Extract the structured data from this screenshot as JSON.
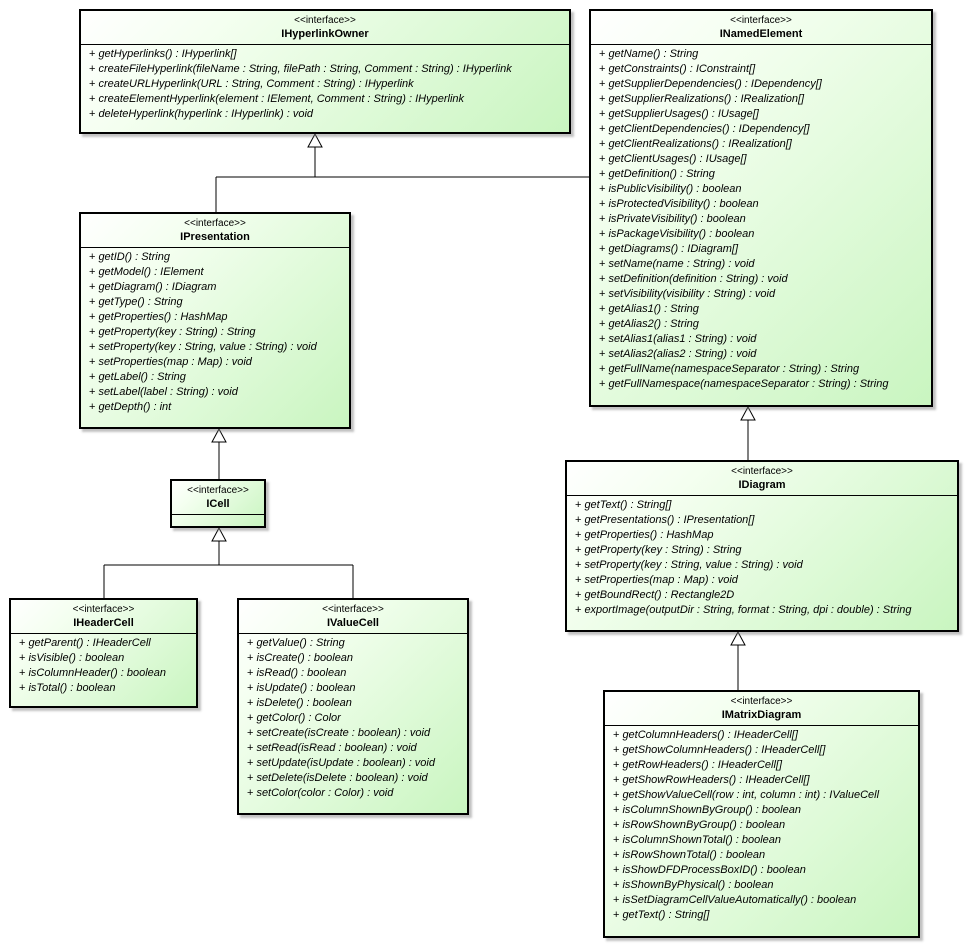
{
  "classes": {
    "hyperlink_owner": {
      "stereotype": "<<interface>>",
      "name": "IHyperlinkOwner",
      "operations": [
        "getHyperlinks() : IHyperlink[]",
        "createFileHyperlink(fileName : String, filePath : String, Comment : String) : IHyperlink",
        "createURLHyperlink(URL : String, Comment : String) : IHyperlink",
        "createElementHyperlink(element : IElement, Comment : String) : IHyperlink",
        "deleteHyperlink(hyperlink : IHyperlink) : void"
      ]
    },
    "named_element": {
      "stereotype": "<<interface>>",
      "name": "INamedElement",
      "operations": [
        "getName() : String",
        "getConstraints() : IConstraint[]",
        "getSupplierDependencies() : IDependency[]",
        "getSupplierRealizations() : IRealization[]",
        "getSupplierUsages() : IUsage[]",
        "getClientDependencies() : IDependency[]",
        "getClientRealizations() : IRealization[]",
        "getClientUsages() : IUsage[]",
        "getDefinition() : String",
        "isPublicVisibility() : boolean",
        "isProtectedVisibility() : boolean",
        "isPrivateVisibility() : boolean",
        "isPackageVisibility() : boolean",
        "getDiagrams() : IDiagram[]",
        "setName(name : String) : void",
        "setDefinition(definition : String) : void",
        "setVisibility(visibility : String) : void",
        "getAlias1() : String",
        "getAlias2() : String",
        "setAlias1(alias1 : String) : void",
        "setAlias2(alias2 : String) : void",
        "getFullName(namespaceSeparator : String) : String",
        "getFullNamespace(namespaceSeparator : String) : String"
      ]
    },
    "presentation": {
      "stereotype": "<<interface>>",
      "name": "IPresentation",
      "operations": [
        "getID() : String",
        "getModel() : IElement",
        "getDiagram() : IDiagram",
        "getType() : String",
        "getProperties() : HashMap",
        "getProperty(key : String) : String",
        "setProperty(key : String, value : String) : void",
        "setProperties(map : Map) : void",
        "getLabel() : String",
        "setLabel(label : String) : void",
        "getDepth() : int"
      ]
    },
    "cell": {
      "stereotype": "<<interface>>",
      "name": "ICell",
      "operations": []
    },
    "header_cell": {
      "stereotype": "<<interface>>",
      "name": "IHeaderCell",
      "operations": [
        "getParent() : IHeaderCell",
        "isVisible() : boolean",
        "isColumnHeader() : boolean",
        "isTotal() : boolean"
      ]
    },
    "value_cell": {
      "stereotype": "<<interface>>",
      "name": "IValueCell",
      "operations": [
        "getValue() : String",
        "isCreate() : boolean",
        "isRead() : boolean",
        "isUpdate() : boolean",
        "isDelete() : boolean",
        "getColor() : Color",
        "setCreate(isCreate : boolean) : void",
        "setRead(isRead : boolean) : void",
        "setUpdate(isUpdate : boolean) : void",
        "setDelete(isDelete : boolean) : void",
        "setColor(color : Color) : void"
      ]
    },
    "diagram": {
      "stereotype": "<<interface>>",
      "name": "IDiagram",
      "operations": [
        "getText() : String[]",
        "getPresentations() : IPresentation[]",
        "getProperties() : HashMap",
        "getProperty(key : String) : String",
        "setProperty(key : String, value : String) : void",
        "setProperties(map : Map) : void",
        "getBoundRect() : Rectangle2D",
        "exportImage(outputDir : String, format : String, dpi : double) : String"
      ]
    },
    "matrix_diagram": {
      "stereotype": "<<interface>>",
      "name": "IMatrixDiagram",
      "operations": [
        "getColumnHeaders() : IHeaderCell[]",
        "getShowColumnHeaders() : IHeaderCell[]",
        "getRowHeaders() : IHeaderCell[]",
        "getShowRowHeaders() : IHeaderCell[]",
        "getShowValueCell(row : int, column : int) : IValueCell",
        "isColumnShownByGroup() : boolean",
        "isRowShownByGroup() : boolean",
        "isColumnShownTotal() : boolean",
        "isRowShownTotal() : boolean",
        "isShowDFDProcessBoxID() : boolean",
        "isShownByPhysical() : boolean",
        "isSetDiagramCellValueAutomatically() : boolean",
        "getText() : String[]"
      ]
    }
  },
  "visibility_marker": "+",
  "colors": {
    "box_fill_start": "#ffffff",
    "box_fill_end": "#c9f5c0",
    "line": "#000000"
  }
}
